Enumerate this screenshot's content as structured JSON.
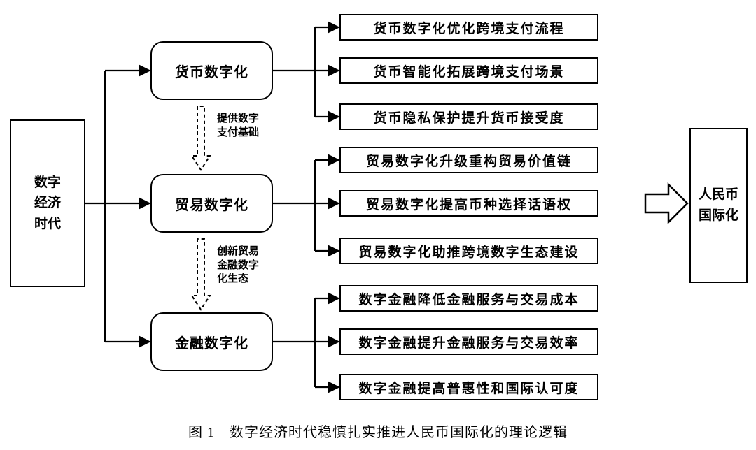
{
  "colors": {
    "ink": "#000000",
    "background": "#ffffff"
  },
  "left_box": "数字\n经济\n时代",
  "stages": [
    {
      "label": "货币数字化"
    },
    {
      "label": "贸易数字化"
    },
    {
      "label": "金融数字化"
    }
  ],
  "transitions": [
    {
      "label": "提供数字\n支付基础"
    },
    {
      "label": "创新贸易\n金融数字\n化生态"
    }
  ],
  "outputs": [
    "货币数字化优化跨境支付流程",
    "货币智能化拓展跨境支付场景",
    "货币隐私保护提升货币接受度",
    "贸易数字化升级重构贸易价值链",
    "贸易数字化提高币种选择话语权",
    "贸易数字化助推跨境数字生态建设",
    "数字金融降低金融服务与交易成本",
    "数字金融提升金融服务与交易效率",
    "数字金融提高普惠性和国际认可度"
  ],
  "result_box": "人民币\n国际化",
  "caption": "图 1　数字经济时代稳慎扎实推进人民币国际化的理论逻辑"
}
